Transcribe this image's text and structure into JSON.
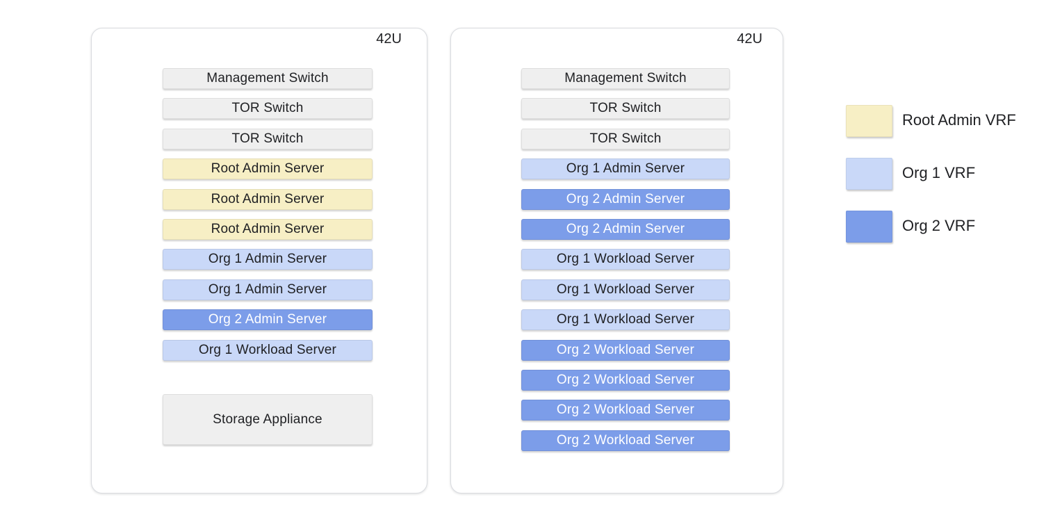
{
  "racks": [
    {
      "capacity_label": "42U",
      "slots": [
        {
          "label": "Management Switch",
          "type": "management-switch"
        },
        {
          "label": "TOR Switch",
          "type": "tor-switch"
        },
        {
          "label": "TOR Switch",
          "type": "tor-switch"
        },
        {
          "label": "Root Admin Server",
          "type": "root-admin-server"
        },
        {
          "label": "Root Admin Server",
          "type": "root-admin-server"
        },
        {
          "label": "Root Admin Server",
          "type": "root-admin-server"
        },
        {
          "label": "Org 1 Admin Server",
          "type": "org1-admin-server"
        },
        {
          "label": "Org 1 Admin Server",
          "type": "org1-admin-server"
        },
        {
          "label": "Org 2 Admin Server",
          "type": "org2-admin-server"
        },
        {
          "label": "Org 1 Workload Server",
          "type": "org1-workload-server"
        },
        {
          "label": "Storage Appliance",
          "type": "storage-appliance"
        }
      ]
    },
    {
      "capacity_label": "42U",
      "slots": [
        {
          "label": "Management Switch",
          "type": "management-switch"
        },
        {
          "label": "TOR Switch",
          "type": "tor-switch"
        },
        {
          "label": "TOR Switch",
          "type": "tor-switch"
        },
        {
          "label": "Org 1 Admin Server",
          "type": "org1-admin-server"
        },
        {
          "label": "Org 2 Admin Server",
          "type": "org2-admin-server"
        },
        {
          "label": "Org 2 Admin Server",
          "type": "org2-admin-server"
        },
        {
          "label": "Org 1 Workload Server",
          "type": "org1-workload-server"
        },
        {
          "label": "Org 1 Workload Server",
          "type": "org1-workload-server"
        },
        {
          "label": "Org 1 Workload Server",
          "type": "org1-workload-server"
        },
        {
          "label": "Org 2 Workload Server",
          "type": "org2-workload-server"
        },
        {
          "label": "Org 2 Workload Server",
          "type": "org2-workload-server"
        },
        {
          "label": "Org 2 Workload Server",
          "type": "org2-workload-server"
        },
        {
          "label": "Org 2 Workload Server",
          "type": "org2-workload-server"
        }
      ]
    }
  ],
  "legend": {
    "items": [
      {
        "label": "Root Admin VRF",
        "color": "#F7EFC5"
      },
      {
        "label": "Org 1 VRF",
        "color": "#C9D8F8"
      },
      {
        "label": "Org 2 VRF",
        "color": "#7C9DE9"
      }
    ]
  },
  "colors": {
    "management_network": "#B01F17",
    "data_network": "#5F6368",
    "switch_fill": "#EFEFEF",
    "root_admin_fill": "#F7EFC5",
    "org1_fill": "#C9D8F8",
    "org2_fill": "#7C9DE9",
    "org2_text": "#FFFFFF",
    "box_text": "#202124"
  }
}
